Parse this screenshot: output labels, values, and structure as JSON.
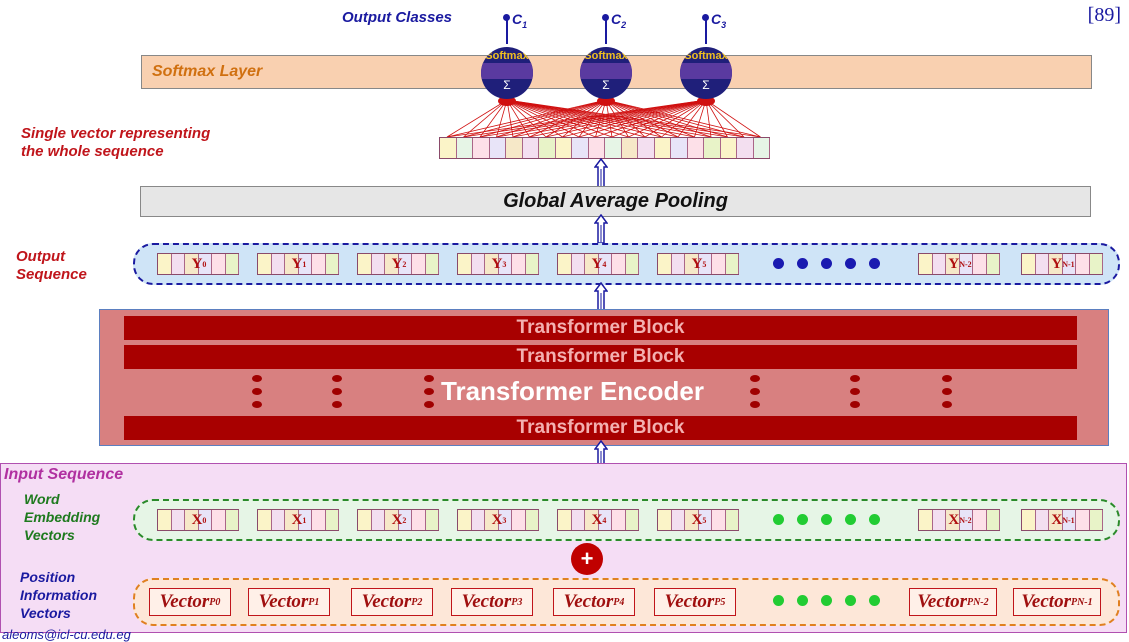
{
  "citation": "[89]",
  "output_classes": {
    "label": "Output Classes",
    "classes": [
      {
        "base": "C",
        "sub": "1"
      },
      {
        "base": "C",
        "sub": "2"
      },
      {
        "base": "C",
        "sub": "3"
      }
    ]
  },
  "softmax_layer": {
    "label": "Softmax Layer",
    "node_label": "Softmax",
    "node_symbol": "Σ"
  },
  "single_vector_label": {
    "line1_prefix": "Single vector ",
    "line1_rest": "representing",
    "line2": "the whole sequence"
  },
  "pooling_label": "Global Average Pooling",
  "output_sequence": {
    "label_line1": "Output",
    "label_line2": "Sequence",
    "items": [
      {
        "base": "Y",
        "sub": "0"
      },
      {
        "base": "Y",
        "sub": "1"
      },
      {
        "base": "Y",
        "sub": "2"
      },
      {
        "base": "Y",
        "sub": "3"
      },
      {
        "base": "Y",
        "sub": "4"
      },
      {
        "base": "Y",
        "sub": "5"
      },
      {
        "base": "Y",
        "sub": "N-2"
      },
      {
        "base": "Y",
        "sub": "N-1"
      }
    ]
  },
  "encoder": {
    "block_label": "Transformer Block",
    "title": "Transformer Encoder"
  },
  "input_sequence": {
    "label": "Input Sequence",
    "word_label": [
      "Word",
      "Embedding",
      "Vectors"
    ],
    "position_label": [
      "Position",
      "Information",
      "Vectors"
    ],
    "plus_symbol": "+",
    "word_items": [
      {
        "base": "X",
        "sub": "0"
      },
      {
        "base": "X",
        "sub": "1"
      },
      {
        "base": "X",
        "sub": "2"
      },
      {
        "base": "X",
        "sub": "3"
      },
      {
        "base": "X",
        "sub": "4"
      },
      {
        "base": "X",
        "sub": "5"
      },
      {
        "base": "X",
        "sub": "N-2"
      },
      {
        "base": "X",
        "sub": "N-1"
      }
    ],
    "position_items": [
      {
        "base": "Vector",
        "sub": "P0"
      },
      {
        "base": "Vector",
        "sub": "P1"
      },
      {
        "base": "Vector",
        "sub": "P2"
      },
      {
        "base": "Vector",
        "sub": "P3"
      },
      {
        "base": "Vector",
        "sub": "P4"
      },
      {
        "base": "Vector",
        "sub": "P5"
      },
      {
        "base": "Vector",
        "sub": "PN-2"
      },
      {
        "base": "Vector",
        "sub": "PN-1"
      }
    ]
  },
  "footer_email": "aleoms@icl-cu.edu.eg",
  "colors": {
    "softmax_bar": "#f9d0b0",
    "encoder_bg": "#d88080",
    "block_bg": "#a80000",
    "output_seq_bg": "#cfe4f7",
    "input_panel_bg": "#f5ddf5",
    "word_bg": "#e6f5e6",
    "pos_bg": "#fde7d8",
    "blue_dot": "#1a1ab0",
    "green_dot": "#22cc33"
  }
}
